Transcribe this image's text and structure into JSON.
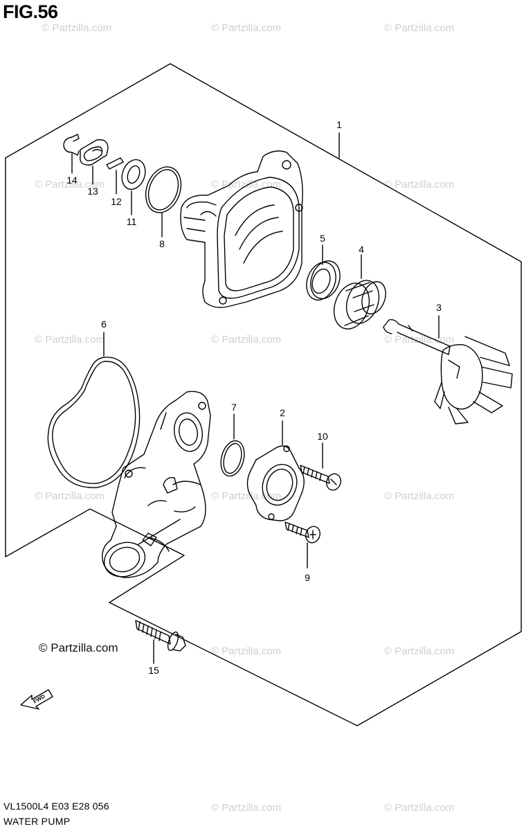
{
  "figure": {
    "title": "FIG.56",
    "model_code": "VL1500L4  E03  E28  056",
    "caption": "WATER PUMP",
    "copyright": "© Partzilla.com",
    "watermark_text": "© Partzilla.com",
    "fwd_label": "FWD"
  },
  "callouts": [
    {
      "id": "1",
      "label": "1"
    },
    {
      "id": "2",
      "label": "2"
    },
    {
      "id": "3",
      "label": "3"
    },
    {
      "id": "4",
      "label": "4"
    },
    {
      "id": "5",
      "label": "5"
    },
    {
      "id": "6",
      "label": "6"
    },
    {
      "id": "7",
      "label": "7"
    },
    {
      "id": "8",
      "label": "8"
    },
    {
      "id": "9",
      "label": "9"
    },
    {
      "id": "10",
      "label": "10"
    },
    {
      "id": "11",
      "label": "11"
    },
    {
      "id": "12",
      "label": "12"
    },
    {
      "id": "13",
      "label": "13"
    },
    {
      "id": "14",
      "label": "14"
    },
    {
      "id": "15",
      "label": "15"
    }
  ],
  "colors": {
    "ink": "#000000",
    "watermark": "#cfcfcf",
    "background": "#ffffff"
  }
}
